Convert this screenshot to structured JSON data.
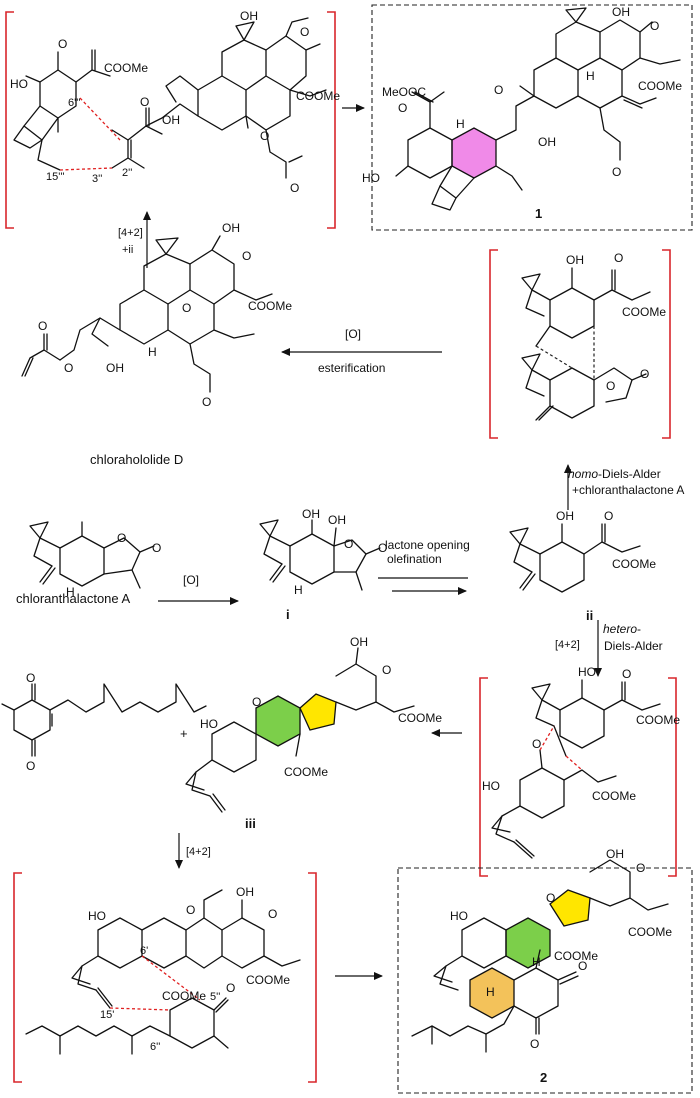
{
  "colors": {
    "bracket": "#d9262c",
    "formed_bond": "#e02020",
    "ring_pink": "#f08ae8",
    "ring_yellow": "#ffe600",
    "ring_green": "#7ccf4a",
    "ring_orange": "#f3c25a"
  },
  "compounds": {
    "c1": "1",
    "c2": "2",
    "ci": "i",
    "cii": "ii",
    "ciii": "iii",
    "chloranthalactone": "chloranthalactone A",
    "chlorahololide": "chlorahololide D"
  },
  "reagents": {
    "r1_top": "[4+2]",
    "r1_bottom": "+ii",
    "r2_top": "[O]",
    "r2_bottom": "esterification",
    "r3_line1_italic": "homo",
    "r3_line1_rest": "-Diels-Alder",
    "r3_line2": "+chloranthalactone A",
    "r4_top": "[O]",
    "r5_line1": "lactone opening",
    "r5_line2": "olefination",
    "r6_line1": "[4+2]",
    "r6_line2_italic": "hetero",
    "r6_line2_rest": "-",
    "r6_line3": "Diels-Alder",
    "r7": "[4+2]"
  },
  "labels": {
    "oh": "OH",
    "ho": "HO",
    "h": "H",
    "o": "O",
    "coome": "COOMe",
    "meooc": "MeOOC",
    "pos6ppp": "6'''",
    "pos15ppp": "15'''",
    "pos3pp": "3''",
    "pos2pp": "2''",
    "pos6p": "6'",
    "pos15p": "15'",
    "pos5pp": "5''",
    "pos6pp": "6''"
  }
}
